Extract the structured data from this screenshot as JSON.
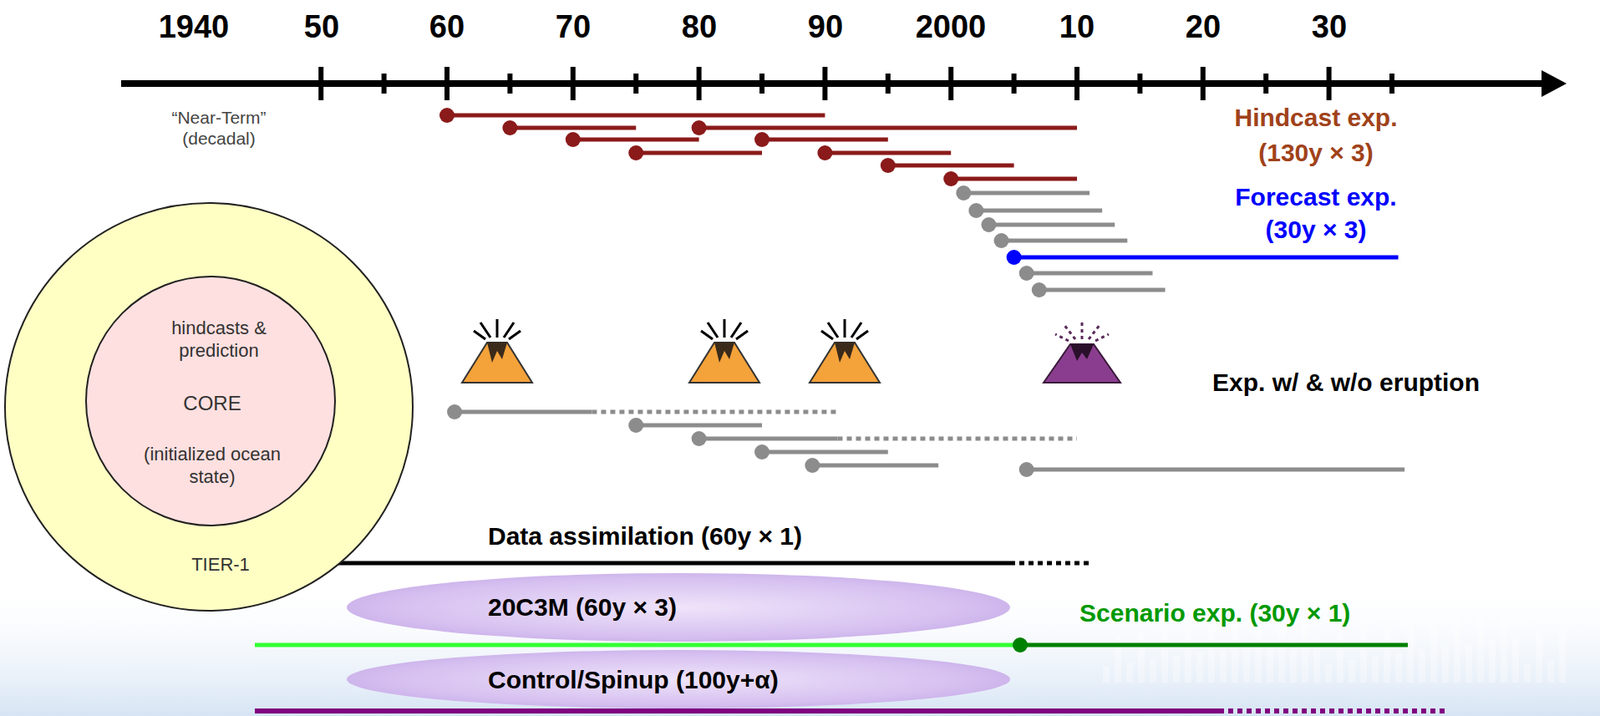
{
  "diagram": {
    "nodes": [
      {
        "text": [
          "TIER-1"
        ]
      },
      {
        "text": [
          "hindcasts & prediction",
          "CORE",
          "(initialized ocean state)"
        ],
        "in": 0
      },
      {
        "text": [
          "20C3M (60y × 3)"
        ]
      },
      {
        "text": [
          "Control/Spinup (100y+α)"
        ]
      }
    ],
    "labels": [
      "1940",
      "50",
      "60",
      "70",
      "80",
      "90",
      "2000",
      "10",
      "20",
      "30",
      "“Near-Term” (decadal)",
      "Hindcast exp. (130y × 3)",
      "Forecast exp. (30y × 3)",
      "Exp. w/ & w/o eruption",
      "Data assimilation (60y × 1)",
      "Scenario exp. (30y × 1)"
    ]
  }
}
